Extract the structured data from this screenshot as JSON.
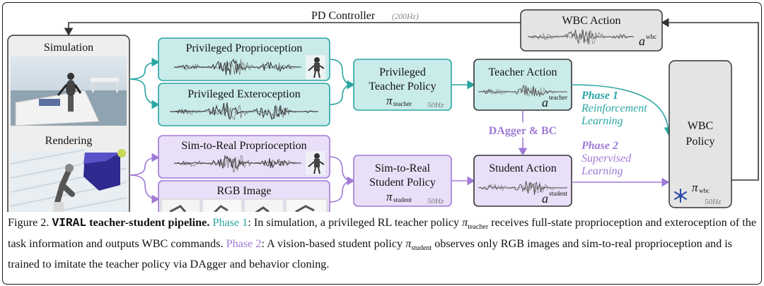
{
  "top_arrow": {
    "label": "PD Controller",
    "rate": "(200Hz)"
  },
  "wbc_action": {
    "title": "WBC Action",
    "symbol": "a",
    "sub": "wbc"
  },
  "left": {
    "simulation": "Simulation",
    "rendering": "Rendering"
  },
  "inputs": {
    "priv_proprio": "Privileged Proprioception",
    "priv_extero": "Privileged Exteroception",
    "s2r_proprio": "Sim-to-Real Proprioception",
    "rgb": "RGB Image"
  },
  "teacher_policy": {
    "line1": "Privileged",
    "line2": "Teacher Policy",
    "pi": "π",
    "sub": "teacher",
    "rate": "50Hz"
  },
  "student_policy": {
    "line1": "Sim-to-Real",
    "line2": "Student Policy",
    "pi": "π",
    "sub": "student",
    "rate": "50Hz"
  },
  "teacher_action": {
    "title": "Teacher Action",
    "symbol": "a",
    "sub": "teacher"
  },
  "student_action": {
    "title": "Student Action",
    "symbol": "a",
    "sub": "student"
  },
  "dagger": "DAgger & BC",
  "phase1": {
    "title": "Phase 1",
    "line1": "Reinforcement",
    "line2": "Learning"
  },
  "phase2": {
    "title": "Phase 2",
    "line1": "Supervised",
    "line2": "Learning"
  },
  "wbc_policy": {
    "line1": "WBC",
    "line2": "Policy",
    "pi": "π",
    "sub": "wbc",
    "rate": "50Hz"
  },
  "icons": [
    "robot-icon",
    "snowflake-icon"
  ],
  "colors": {
    "teal": "#2aa5a3",
    "teal_fill": "#c9ecea",
    "purple": "#a07ad6",
    "purple_fill": "#e9dff8",
    "gray_fill": "#e4e4e4"
  },
  "caption": {
    "fig": "Figure 2.",
    "name": "VIRAL",
    "bold_rest": "teacher-student pipeline.",
    "phase1": "Phase 1",
    "t1": ": In simulation, a privileged RL teacher policy ",
    "pi_teacher": "π",
    "sub_teacher": "teacher",
    "t2": " receives full-state proprioception and exteroception of the task information and outputs WBC commands. ",
    "phase2": "Phase 2",
    "t3": ": A vision-based student policy ",
    "pi_student": "π",
    "sub_student": "student",
    "t4": " observes only RGB images and sim-to-real proprioception and is trained to imitate the teacher policy via DAgger and behavior cloning."
  }
}
